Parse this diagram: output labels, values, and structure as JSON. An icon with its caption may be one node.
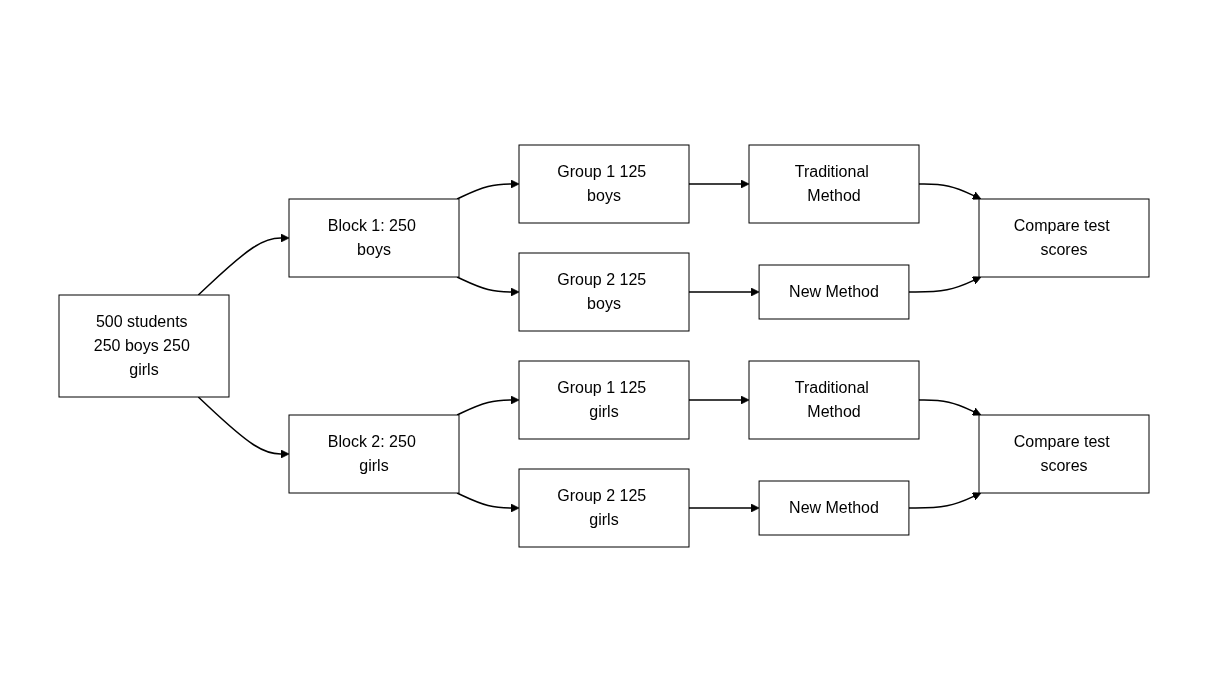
{
  "diagram": {
    "nodes": [
      {
        "text": [
          "500 students 250 boys 250 girls"
        ]
      },
      {
        "text": [
          "Block 1: 250 boys"
        ]
      },
      {
        "text": [
          "Block 2: 250 girls"
        ]
      },
      {
        "text": [
          "Group 1 125 boys"
        ]
      },
      {
        "text": [
          "Group 2 125 boys"
        ]
      },
      {
        "text": [
          "Traditional Method"
        ]
      },
      {
        "text": [
          "New Method"
        ]
      },
      {
        "text": [
          "Compare test scores"
        ]
      },
      {
        "text": [
          "Group 1 125 girls"
        ]
      },
      {
        "text": [
          "Group 2 125 girls"
        ]
      },
      {
        "text": [
          "Traditional Method"
        ]
      },
      {
        "text": [
          "New Method"
        ]
      },
      {
        "text": [
          "Compare test scores"
        ]
      }
    ],
    "edges": [
      {
        "from": 0,
        "to": 1,
        "arrow": "to"
      },
      {
        "from": 0,
        "to": 2,
        "arrow": "to"
      },
      {
        "from": 1,
        "to": 3,
        "arrow": "to"
      },
      {
        "from": 1,
        "to": 4,
        "arrow": "to"
      },
      {
        "from": 3,
        "to": 5,
        "arrow": "to"
      },
      {
        "from": 4,
        "to": 6,
        "arrow": "to"
      },
      {
        "from": 5,
        "to": 7,
        "arrow": "to"
      },
      {
        "from": 6,
        "to": 7,
        "arrow": "to"
      },
      {
        "from": 2,
        "to": 8,
        "arrow": "to"
      },
      {
        "from": 2,
        "to": 9,
        "arrow": "to"
      },
      {
        "from": 8,
        "to": 10,
        "arrow": "to"
      },
      {
        "from": 9,
        "to": 11,
        "arrow": "to"
      },
      {
        "from": 10,
        "to": 12,
        "arrow": "to"
      },
      {
        "from": 11,
        "to": 12,
        "arrow": "to"
      }
    ]
  }
}
